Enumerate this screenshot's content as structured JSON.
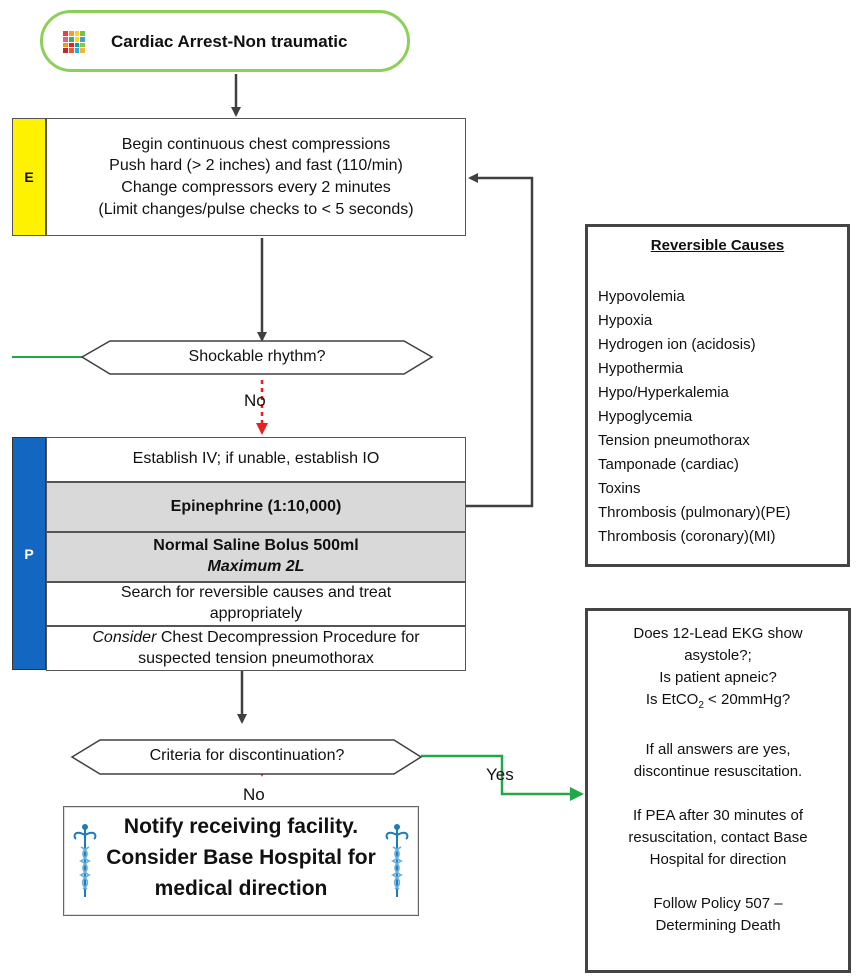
{
  "title": "Cardiac Arrest-Non traumatic",
  "title_icon_colors": [
    "#e83e3e",
    "#f59b2b",
    "#ffd11a",
    "#7cc043",
    "#e85c8b",
    "#39b54a",
    "#ffde00",
    "#3aa0e0",
    "#f7941d",
    "#ed1c24",
    "#00a99d",
    "#8dc63f",
    "#c1272d",
    "#f15a24",
    "#29abe2",
    "#fbb03b"
  ],
  "e_box": {
    "tab": "E",
    "lines": [
      "Begin continuous chest compressions",
      "Push hard (> 2 inches) and fast (110/min)",
      "Change compressors every 2 minutes",
      "(Limit changes/pulse checks to < 5 seconds)"
    ]
  },
  "decision1": {
    "text": "Shockable rhythm?",
    "no_label": "No"
  },
  "p_box": {
    "tab": "P",
    "row1": "Establish IV; if unable, establish IO",
    "row2": "Epinephrine (1:10,000)",
    "row3_line1": "Normal Saline Bolus 500ml",
    "row3_line2": "Maximum 2L",
    "row4": "Search for reversible causes and treat appropriately",
    "row5_italic": "Consider",
    "row5_rest": " Chest Decompression Procedure for suspected tension pneumothorax"
  },
  "decision2": {
    "text": "Criteria for discontinuation?",
    "yes_label": "Yes",
    "no_label": "No"
  },
  "notify": {
    "text": "Notify receiving facility. Consider Base Hospital for medical direction",
    "icon": "caduceus-icon"
  },
  "reversible_causes": {
    "heading": "Reversible Causes",
    "items": [
      "Hypovolemia",
      "Hypoxia",
      "Hydrogen ion (acidosis)",
      "Hypothermia",
      "Hypo/Hyperkalemia",
      "Hypoglycemia",
      "Tension pneumothorax",
      "Tamponade (cardiac)",
      "Toxins",
      "Thrombosis (pulmonary)(PE)",
      "Thrombosis (coronary)(MI)"
    ]
  },
  "discontinue": {
    "q1": "Does 12-Lead EKG show asystole?;",
    "q2": "Is patient apneic?",
    "q3_pre": "Is EtCO",
    "q3_sub": "2",
    "q3_post": " < 20mmHg?",
    "p2": "If all answers are yes, discontinue resuscitation.",
    "p3": "If PEA after 30 minutes of resuscitation, contact Base Hospital for direction",
    "p4": "Follow Policy 507 – Determining Death"
  },
  "colors": {
    "green": "#21a84a",
    "red": "#e8201f",
    "dark": "#404040",
    "yellow": "#fff200",
    "blue": "#1367c0",
    "pill_border": "#8cd05a"
  }
}
